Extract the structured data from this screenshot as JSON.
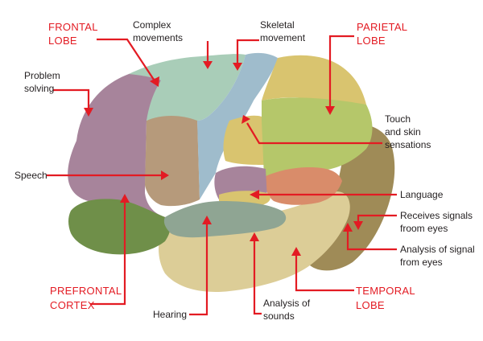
{
  "labels": {
    "frontal_lobe": [
      "FRONTAL",
      "LOBE"
    ],
    "parietal_lobe": [
      "PARIETAL",
      "LOBE"
    ],
    "prefrontal_cortex": [
      "PREFRONTAL",
      "CORTEX"
    ],
    "temporal_lobe": [
      "TEMPORAL",
      "LOBE"
    ],
    "complex_movements": [
      "Complex",
      "movements"
    ],
    "skeletal_movement": [
      "Skeletal",
      "movement"
    ],
    "problem_solving": [
      "Problem",
      "solving"
    ],
    "touch_skin": [
      "Touch",
      "and skin",
      "sensations"
    ],
    "speech": [
      "Speech"
    ],
    "language": [
      "Language"
    ],
    "receives_signals": [
      "Receives signals",
      "froom eyes"
    ],
    "analysis_signal": [
      "Analysis of signal",
      "from eyes"
    ],
    "hearing": [
      "Hearing"
    ],
    "analysis_sounds": [
      "Analysis of",
      "sounds"
    ]
  },
  "colors": {
    "accent_red": "#e31b23",
    "prefrontal_purple": "#a7849b",
    "premotor_mint": "#a9cdb8",
    "motor_blue": "#9fbccc",
    "parietal_yellow": "#d9c46f",
    "parietal_green": "#b5c76a",
    "occipital_olive": "#9f8b57",
    "temporal_tan": "#dccd97",
    "speech_brown": "#b69a7b",
    "orbital_green": "#6f8f49",
    "auditory_teal": "#8fa593",
    "angular_salmon": "#d98c6a"
  }
}
